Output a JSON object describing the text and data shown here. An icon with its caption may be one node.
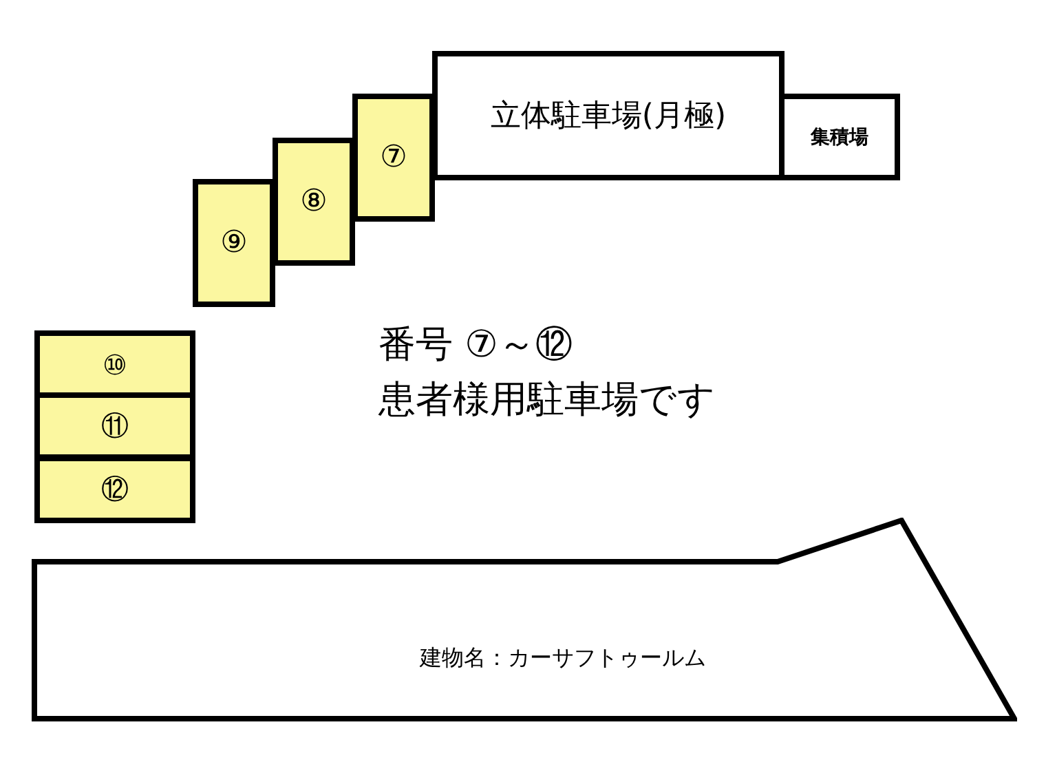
{
  "diagram": {
    "nodes": [
      {
        "text": [
          "立体駐車場(月極)"
        ]
      },
      {
        "text": [
          "集積場"
        ]
      },
      {
        "text": [
          "⑦"
        ]
      },
      {
        "text": [
          "⑧"
        ]
      },
      {
        "text": [
          "⑨"
        ]
      },
      {
        "text": [
          "⑩"
        ]
      },
      {
        "text": [
          "⑪"
        ]
      },
      {
        "text": [
          "⑫"
        ]
      },
      {
        "text": [
          "建物名：カーサフトゥールム"
        ]
      }
    ],
    "labels": [
      "番号 ⑦～⑫",
      "患者様用駐車場です"
    ]
  }
}
